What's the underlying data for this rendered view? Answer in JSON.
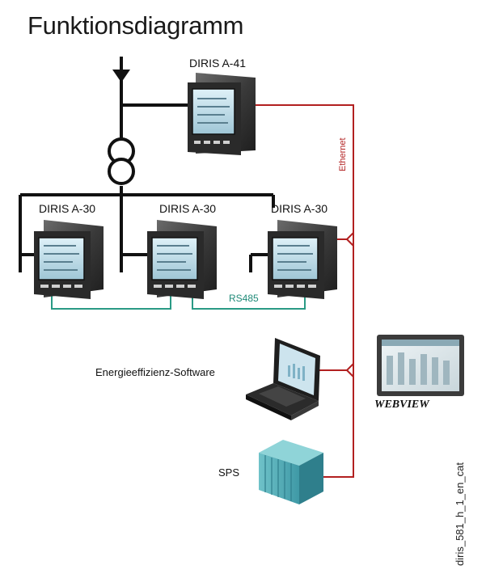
{
  "title": "Funktionsdiagramm",
  "devices": {
    "a41": "DIRIS A-41",
    "a30_1": "DIRIS A-30",
    "a30_2": "DIRIS A-30",
    "a30_3": "DIRIS A-30"
  },
  "network": {
    "rs485": "RS485",
    "ethernet": "Ethernet"
  },
  "software_label": "Energieeffizienz-Software",
  "plc_label": "SPS",
  "webview_label": "WEBVIEW",
  "image_code": "diris_581_h_1_en_cat",
  "colors": {
    "ethernet_line": "#b22020",
    "rs485_line": "#2a9a85",
    "power_line": "#111111"
  }
}
